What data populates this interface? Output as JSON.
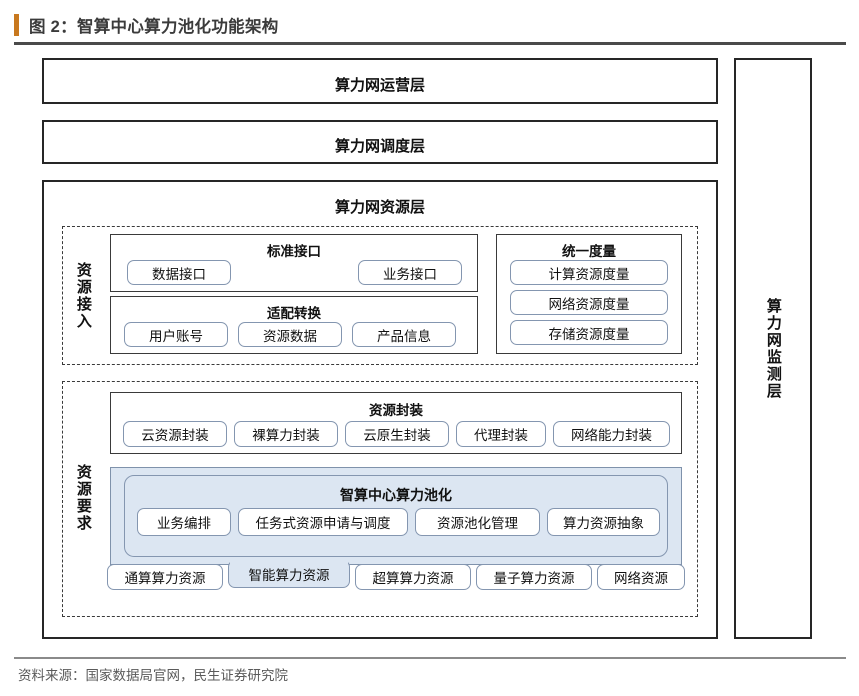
{
  "figure": {
    "title": "图 2：智算中心算力池化功能架构",
    "source": "资料来源：国家数据局官网，民生证券研究院",
    "accent_color": "#c8781e",
    "blue_fill": "#dce6f2",
    "blue_border": "#8496b0"
  },
  "layers": {
    "operation": "算力网运营层",
    "scheduling": "算力网调度层",
    "resource": "算力网资源层",
    "monitoring": "算力网监测层"
  },
  "access_section": {
    "label": "资源接入",
    "standard_interface": {
      "title": "标准接口",
      "items": [
        "数据接口",
        "业务接口"
      ]
    },
    "adaptation": {
      "title": "适配转换",
      "items": [
        "用户账号",
        "资源数据",
        "产品信息"
      ]
    },
    "unified_metric": {
      "title": "统一度量",
      "items": [
        "计算资源度量",
        "网络资源度量",
        "存储资源度量"
      ]
    }
  },
  "requirement_section": {
    "label": "资源要求",
    "encapsulation": {
      "title": "资源封装",
      "items": [
        "云资源封装",
        "裸算力封装",
        "云原生封装",
        "代理封装",
        "网络能力封装"
      ]
    },
    "pooling": {
      "title": "智算中心算力池化",
      "items": [
        "业务编排",
        "任务式资源申请与调度",
        "资源池化管理",
        "算力资源抽象"
      ]
    },
    "resource_types": [
      "通算算力资源",
      "智能算力资源",
      "超算算力资源",
      "量子算力资源",
      "网络资源"
    ]
  }
}
